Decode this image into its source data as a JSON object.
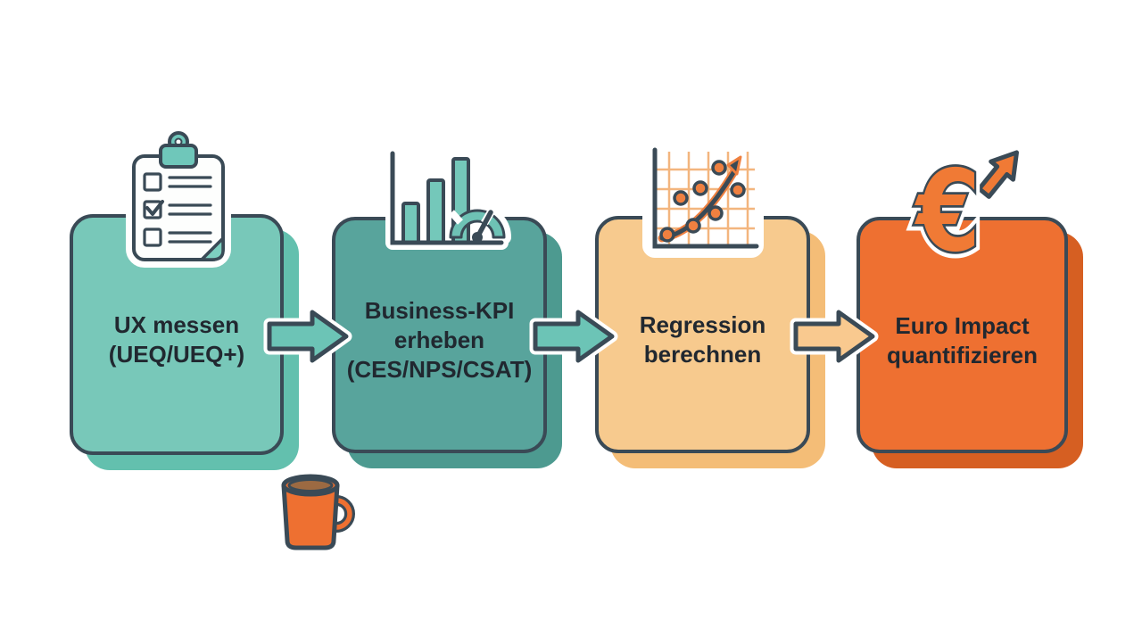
{
  "diagram": {
    "background": "#ffffff",
    "outline_color": "#3a4a56",
    "text_color": "#212830",
    "steps": [
      {
        "icon": "clipboard-checklist",
        "fill": "#78c8b9",
        "shadow": "#63c0ae",
        "lines": [
          "UX messen",
          "(UEQ/UEQ+)"
        ]
      },
      {
        "icon": "bar-chart-gauge",
        "fill": "#58a49c",
        "shadow": "#4d9a90",
        "lines": [
          "Business-KPI",
          "erheben",
          "(CES/NPS/CSAT)"
        ]
      },
      {
        "icon": "scatter-trend",
        "fill": "#f7ca8e",
        "shadow": "#f4bd77",
        "lines": [
          "Regression",
          "berechnen"
        ]
      },
      {
        "icon": "euro-growth",
        "fill": "#ee7031",
        "shadow": "#d65f22",
        "lines": [
          "Euro Impact",
          "quantifizieren"
        ]
      }
    ],
    "arrows": [
      {
        "fill": "#6cc4b6"
      },
      {
        "fill": "#6cc4b6"
      },
      {
        "fill": "#f9c98f"
      }
    ],
    "decoration": {
      "coffee_mug_fill": "#ee7031",
      "coffee_fill": "#9c6a42"
    }
  }
}
